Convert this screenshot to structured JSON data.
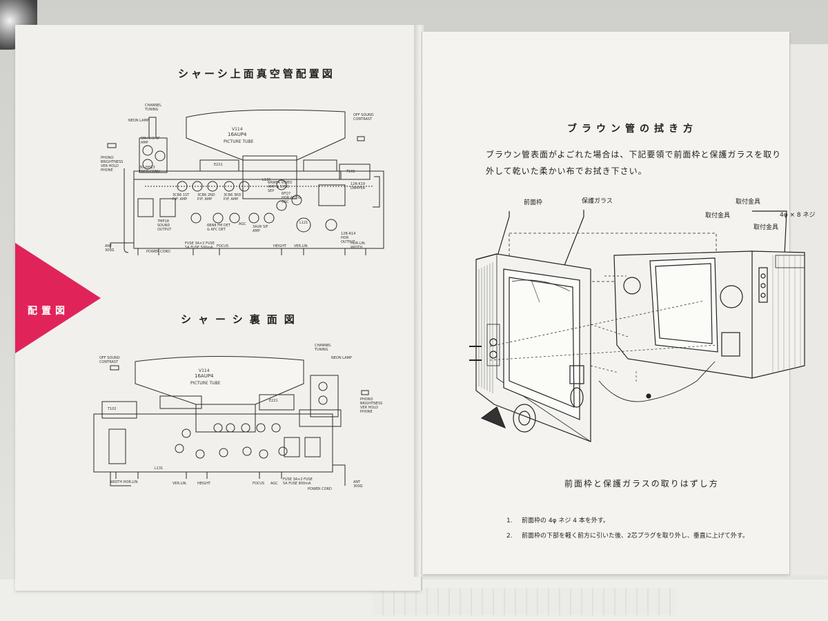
{
  "left_page": {
    "top_heading": "シャーシ上面真空管配置図",
    "bottom_heading": "シャーシ裏面図",
    "tab_label": "配置図",
    "tab_color": "#e0245a",
    "top_diagram": {
      "tube_name": "V114",
      "tube_type": "16AUP4",
      "tube_caption": "PICTURE TUBE",
      "labels": {
        "channel_tuning": "CHANNEL TUNING",
        "neon_lamp": "NEON LAMP",
        "off_sound_contrast": "OFF SOUND CONTRAST",
        "phono": "PHONO BRIGHTNESS VER HOLD PHONE",
        "ant": "ANT 300Ω",
        "power_cord": "POWER CORD",
        "fuse": "FUSE 3A×2 FUSE 5A FUSE 500mA",
        "focus": "FOCUS",
        "height": "HEIGHT",
        "ver_lin": "VER.LIN.",
        "hor_lin": "HOR.LIN. WIDTH",
        "agc": "AGC",
        "t102": "T102",
        "e221": "E221",
        "l125": "L125",
        "l121": "L121"
      },
      "tubes": [
        "6AW8A VIDEO AMP & SYNC SEP",
        "6FQ7 HOR.AFC & OSC",
        "12R-K19 DAMPER",
        "7MP18 SOUND OUTPUT",
        "3CB6 1ST P.IF. AMP",
        "3CB6 2ND P.IF. AMP",
        "3CB6 3RD P.IF. AMP",
        "6BN8 FM DET & AFC DET",
        "3AU6 SIF AMP",
        "12B-R14 HOR OUTPUT",
        "5M-HH3 RF AMP",
        "3D-HH13 FREQ.CONV"
      ]
    },
    "bottom_diagram": {
      "tube_name": "V114",
      "tube_type": "16AUP4",
      "tube_caption": "PICTURE TUBE",
      "labels": {
        "channel_tuning": "CHANNEL TUNING",
        "neon_lamp": "NEON LAMP",
        "off_sound_contrast": "OFF SOUND CONTRAST",
        "phono": "PHONO BRIGHTNESS VER HOLD PHONE",
        "width": "WIDTH  HOR.LIN.",
        "ver_lin": "VER.LIN.",
        "height": "HEIGHT",
        "focus": "FOCUS",
        "agc": "AGC",
        "fuse": "FUSE 3A×2 FUSE 5A FUSE 800mA",
        "power_cord": "POWER CORD",
        "ant": "ANT 300Ω",
        "t102": "T102",
        "e221": "E221",
        "l131": "L131"
      }
    }
  },
  "right_page": {
    "title": "ブラウン管の拭き方",
    "intro": "ブラウン管表面がよごれた場合は、下記要領で前面枠と保護ガラスを取り外して乾いた柔かい布でお拭き下さい。",
    "callouts": {
      "front_frame": "前面枠",
      "protective_glass": "保護ガラス",
      "bracket_a": "取付金具",
      "bracket_b": "取付金具",
      "bracket_c": "取付金具",
      "screw": "4φ × 8 ネジ"
    },
    "caption": "前面枠と保護ガラスの取りはずし方",
    "steps": [
      {
        "num": "1.",
        "text": "前面枠の 4φ ネジ 4 本を外す。"
      },
      {
        "num": "2.",
        "text": "前面枠の下部を軽く前方に引いた後、2芯プラグを取り外し、垂直に上げて外す。"
      }
    ]
  }
}
